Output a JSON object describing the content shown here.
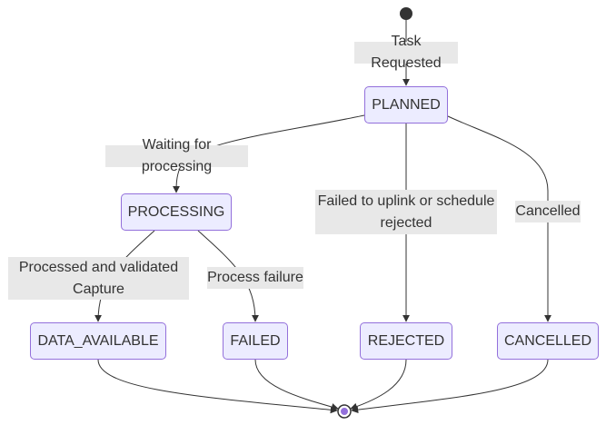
{
  "states": {
    "planned": "PLANNED",
    "processing": "PROCESSING",
    "data_available": "DATA_AVAILABLE",
    "failed": "FAILED",
    "rejected": "REJECTED",
    "cancelled": "CANCELLED"
  },
  "transitions": {
    "task_requested": "Task Requested",
    "waiting_for_processing": "Waiting for processing",
    "failed_to_uplink_line1": "Failed to uplink or schedule",
    "failed_to_uplink_line2": "rejected",
    "cancelled": "Cancelled",
    "processed_line1": "Processed and validated",
    "processed_line2": "Capture",
    "process_failure": "Process failure"
  },
  "colors": {
    "state_fill": "#ECECFF",
    "state_border": "#9370DB",
    "edge": "#333333",
    "label_bg": "#E8E8E8",
    "start_dot": "#333333",
    "end_inner": "#9370DB"
  }
}
